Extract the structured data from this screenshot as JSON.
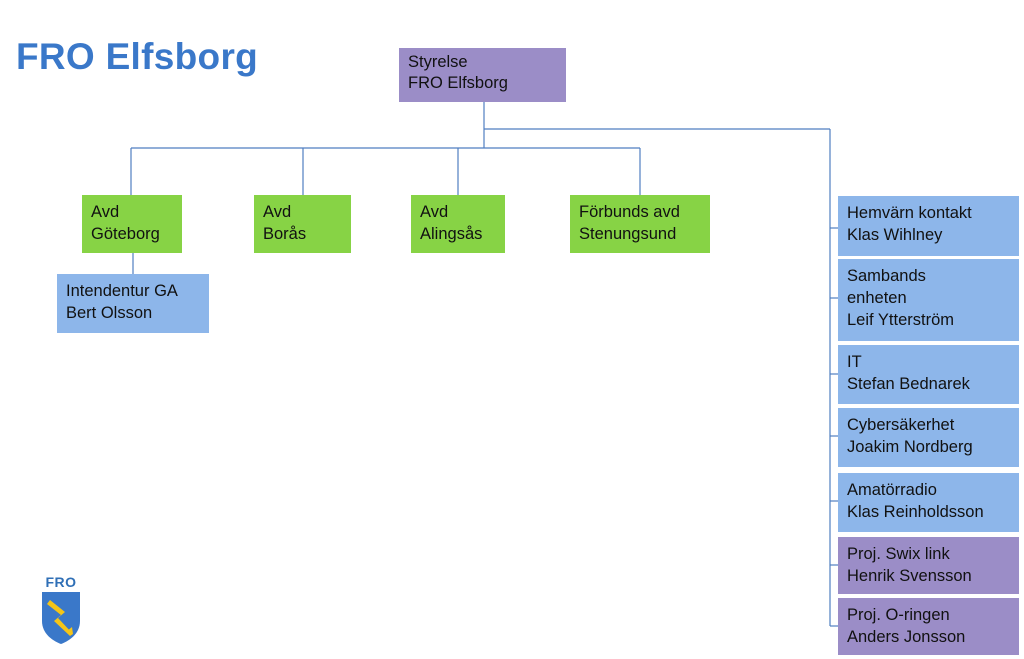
{
  "title": "FRO Elfsborg",
  "logo": {
    "text": "FRO",
    "icon": "lightning-shield-icon"
  },
  "colors": {
    "title": "#3a78c9",
    "connector": "#4f7ec0",
    "green": "#87d345",
    "blue": "#8db6ea",
    "purple": "#9b8dc7"
  },
  "root": {
    "lines": [
      "Styrelse",
      "FRO Elfsborg"
    ]
  },
  "departments": [
    {
      "lines": [
        "Avd",
        "Göteborg"
      ]
    },
    {
      "lines": [
        "Avd",
        "Borås"
      ]
    },
    {
      "lines": [
        "Avd",
        "Alingsås"
      ]
    },
    {
      "lines": [
        "Förbunds avd",
        "Stenungsund"
      ]
    }
  ],
  "sub_unit": {
    "lines": [
      "Intendentur GA",
      "Bert Olsson"
    ]
  },
  "side_units": [
    {
      "lines": [
        "Hemvärn kontakt",
        "Klas Wihlney"
      ]
    },
    {
      "lines": [
        "Sambands",
        "enheten",
        "Leif Ytterström"
      ]
    },
    {
      "lines": [
        "IT",
        "Stefan Bednarek"
      ]
    },
    {
      "lines": [
        "Cybersäkerhet",
        "Joakim Nordberg"
      ]
    },
    {
      "lines": [
        "Amatörradio",
        "Klas Reinholdsson"
      ]
    },
    {
      "lines": [
        "Proj. Swix link",
        "Henrik Svensson"
      ]
    },
    {
      "lines": [
        "Proj. O-ringen",
        "Anders Jonsson"
      ]
    }
  ]
}
